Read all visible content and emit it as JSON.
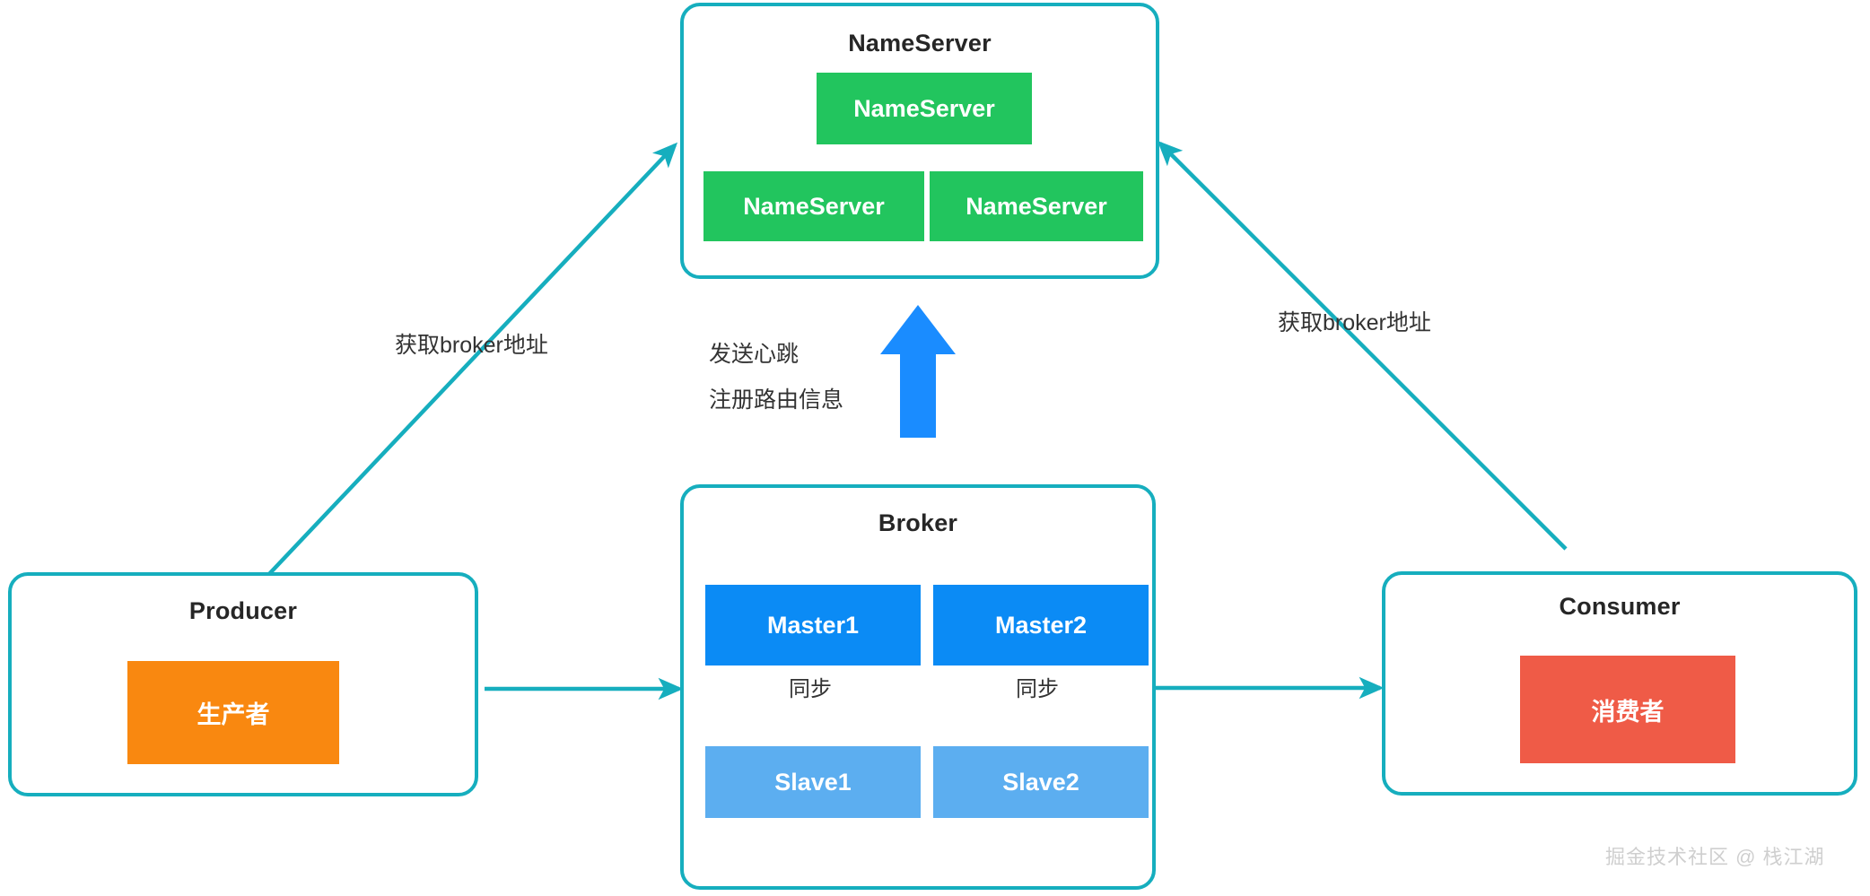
{
  "diagram": {
    "title_nameserver": "NameServer",
    "title_broker": "Broker",
    "title_producer": "Producer",
    "title_consumer": "Consumer"
  },
  "nameserver": {
    "label": "NameServer",
    "nodes": [
      {
        "label": "NameServer"
      },
      {
        "label": "NameServer"
      },
      {
        "label": "NameServer"
      }
    ]
  },
  "broker": {
    "label": "Broker",
    "masters": [
      {
        "label": "Master1"
      },
      {
        "label": "Master2"
      }
    ],
    "slaves": [
      {
        "label": "Slave1"
      },
      {
        "label": "Slave2"
      }
    ],
    "sync_labels": [
      "同步",
      "同步"
    ]
  },
  "producer": {
    "label": "Producer",
    "node_label": "生产者"
  },
  "consumer": {
    "label": "Consumer",
    "node_label": "消费者"
  },
  "edges": {
    "producer_to_nameserver": "获取broker地址",
    "consumer_to_nameserver": "获取broker地址",
    "broker_to_nameserver_line1": "发送心跳",
    "broker_to_nameserver_line2": "注册路由信息"
  },
  "watermark": {
    "text": "掘金技术社区 @ 栈江湖"
  },
  "colors": {
    "teal_border": "#16AEBE",
    "green": "#22C55E",
    "blue_master": "#0B8BF5",
    "blue_slave": "#5CAEF0",
    "orange": "#F98810",
    "red": "#EF5B47",
    "heartbeat_arrow": "#1A8CFF",
    "text": "#262626"
  }
}
